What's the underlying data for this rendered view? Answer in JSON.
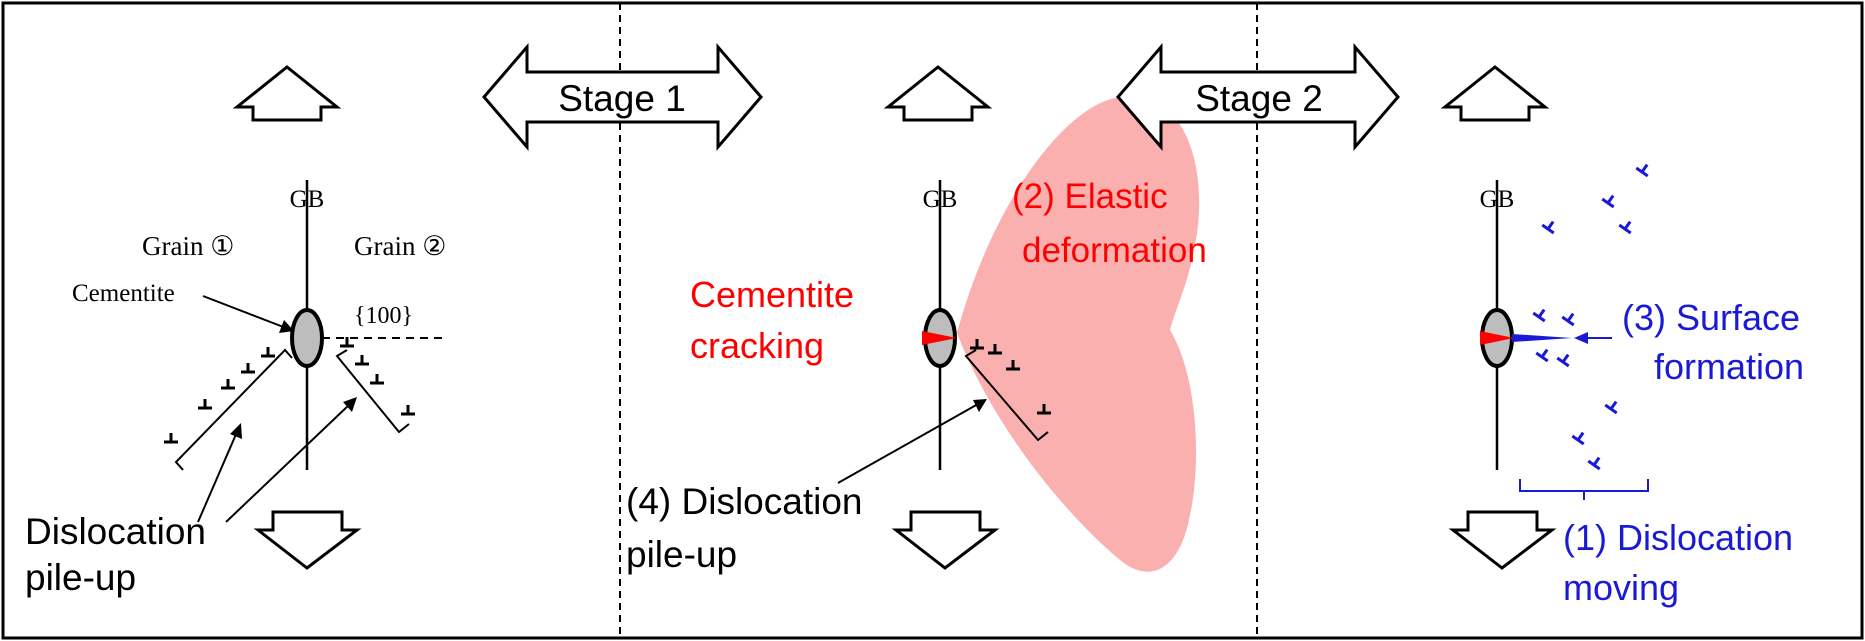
{
  "stages": {
    "stage1": "Stage 1",
    "stage2": "Stage 2"
  },
  "panel1": {
    "gb": "GB",
    "grain1": "Grain ①",
    "grain2": "Grain ②",
    "cementite": "Cementite",
    "plane": "{100}",
    "pileup_line1": "Dislocation",
    "pileup_line2": "pile-up"
  },
  "panel2": {
    "gb": "GB",
    "elastic_line1": "(2) Elastic",
    "elastic_line2": "deformation",
    "cracking_line1": "Cementite",
    "cracking_line2": "cracking",
    "pileup_line1": "(4) Dislocation",
    "pileup_line2": "pile-up"
  },
  "panel3": {
    "gb": "GB",
    "surface_line1": "(3) Surface",
    "surface_line2": "formation",
    "moving_line1": "(1) Dislocation",
    "moving_line2": "moving"
  },
  "colors": {
    "red": "#ff0000",
    "blue": "#1a1ad6",
    "pink": "#fbb0b0",
    "cementite_fill": "#bdbdbd"
  }
}
